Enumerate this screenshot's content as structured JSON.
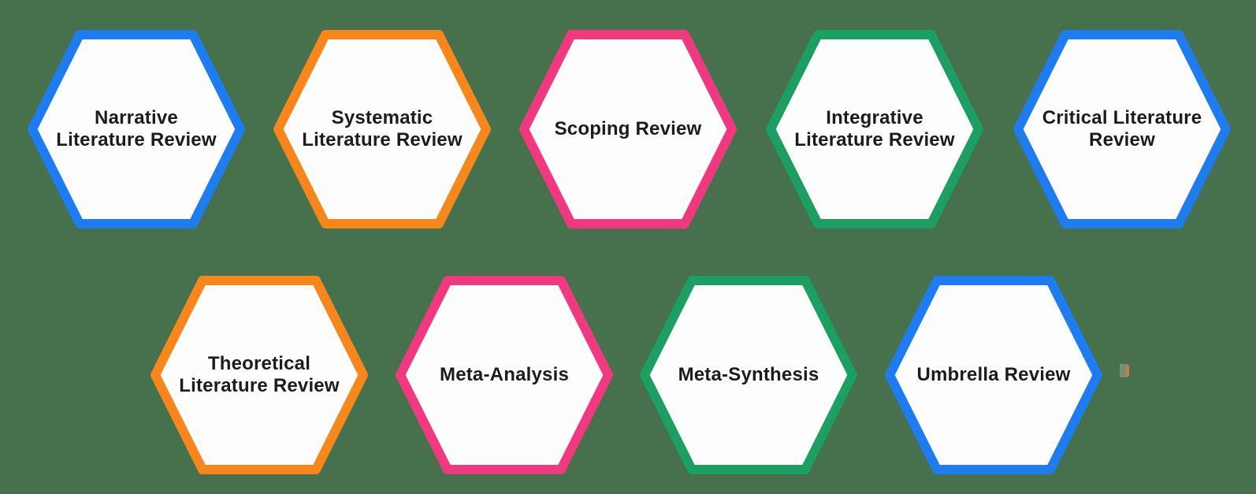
{
  "canvas": {
    "background_color": "#47704D",
    "hexagon_fill": "#FDFDFD",
    "text_color": "#1C1C1C"
  },
  "hexagons": [
    {
      "label": "Narrative\nLiterature Review",
      "color": "#1E7CEF"
    },
    {
      "label": "Systematic\nLiterature Review",
      "color": "#F7871D"
    },
    {
      "label": "Scoping Review",
      "color": "#F03A80"
    },
    {
      "label": "Integrative\nLiterature Review",
      "color": "#1D9E63"
    },
    {
      "label": "Critical Literature\nReview",
      "color": "#1E7CEF"
    },
    {
      "label": "Theoretical\nLiterature Review",
      "color": "#F7871D"
    },
    {
      "label": "Meta-Analysis",
      "color": "#F03A80"
    },
    {
      "label": "Meta-Synthesis",
      "color": "#1D9E63"
    },
    {
      "label": "Umbrella Review",
      "color": "#1E7CEF"
    }
  ]
}
